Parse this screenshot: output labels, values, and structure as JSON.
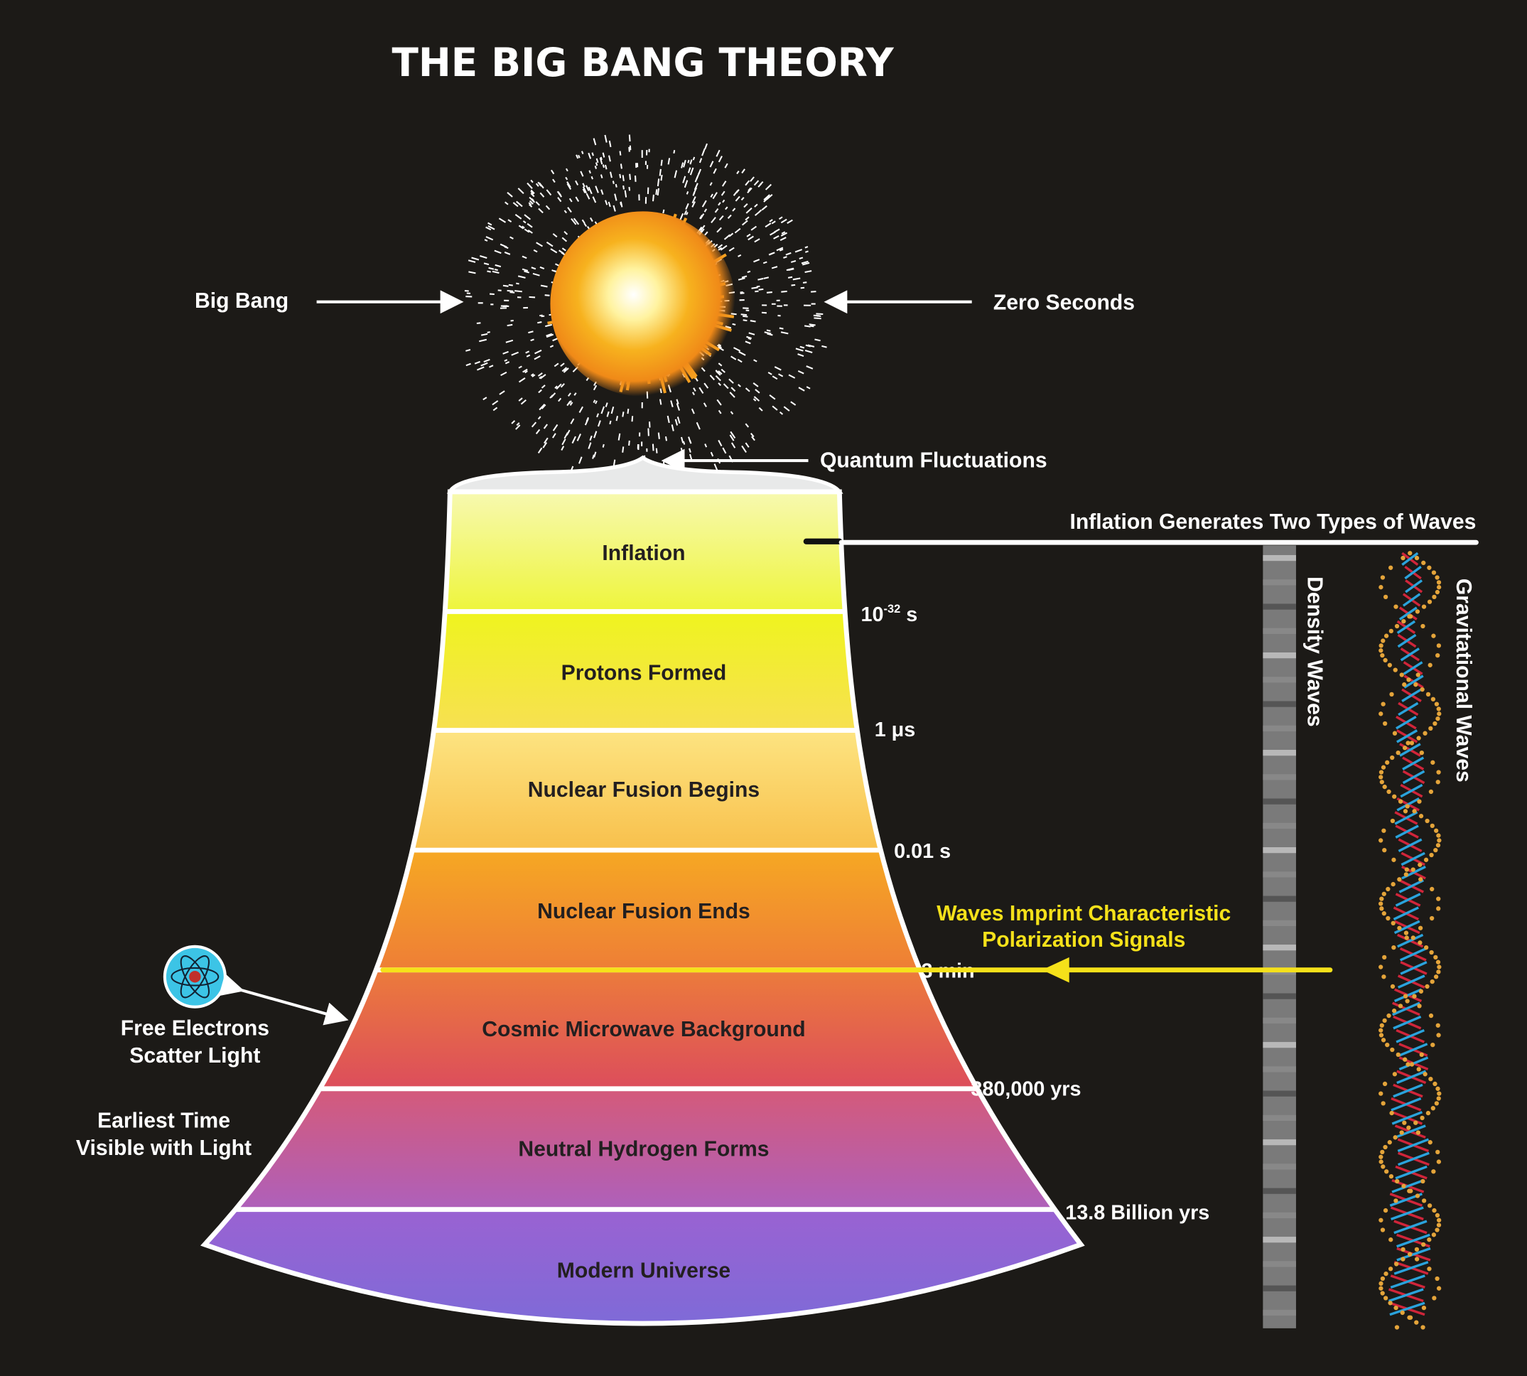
{
  "title": "THE BIG BANG THEORY",
  "labels": {
    "big_bang": "Big Bang",
    "zero_seconds": "Zero Seconds",
    "quantum_fluctuations": "Quantum Fluctuations",
    "inflation_waves": "Inflation Generates Two Types of Waves",
    "density_waves": "Density Waves",
    "gravitational_waves": "Gravitational Waves",
    "polarization_line1": "Waves Imprint Characteristic",
    "polarization_line2": "Polarization Signals",
    "free_electrons_line1": "Free Electrons",
    "free_electrons_line2": "Scatter Light",
    "earliest_line1": "Earliest Time",
    "earliest_line2": "Visible with Light"
  },
  "eras": [
    {
      "label": "Inflation",
      "colors": [
        "#f7f9b0",
        "#eef53c"
      ]
    },
    {
      "label": "Protons Formed",
      "colors": [
        "#eff41e",
        "#f7e052"
      ]
    },
    {
      "label": "Nuclear Fusion Begins",
      "colors": [
        "#fde481",
        "#f8c04c"
      ]
    },
    {
      "label": "Nuclear Fusion Ends",
      "colors": [
        "#f6a823",
        "#ee7e36"
      ]
    },
    {
      "label": "Cosmic Microwave Background",
      "colors": [
        "#ec7b3b",
        "#dc4d5c"
      ]
    },
    {
      "label": "Neutral Hydrogen Forms",
      "colors": [
        "#d45a7a",
        "#ae60bb"
      ]
    },
    {
      "label": "Modern Universe",
      "colors": [
        "#9a62d2",
        "#7c6bd8"
      ]
    }
  ],
  "times": [
    {
      "base": "10",
      "exp": "-32",
      "unit": " s"
    },
    {
      "base": "1 μs",
      "exp": "",
      "unit": ""
    },
    {
      "base": "0.01 s",
      "exp": "",
      "unit": ""
    },
    {
      "base": "3 min",
      "exp": "",
      "unit": ""
    },
    {
      "base": "380,000 yrs",
      "exp": "",
      "unit": ""
    },
    {
      "base": "13.8 Billion yrs",
      "exp": "",
      "unit": ""
    }
  ],
  "colors": {
    "background": "#1c1a17",
    "polarization": "#f5e11a",
    "grav_red": "#d0253a",
    "grav_blue": "#2aa3dc",
    "grav_dots": "#e4a43a",
    "density_bar": "#7a7a7a"
  }
}
